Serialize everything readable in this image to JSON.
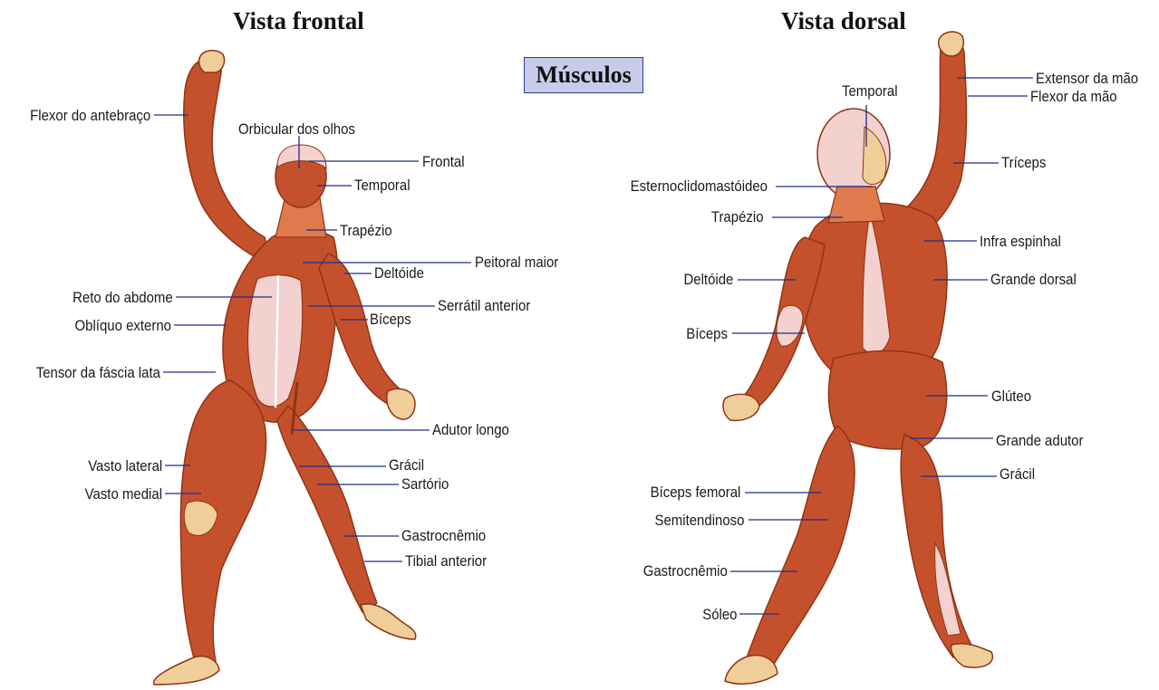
{
  "header": {
    "front_title": "Vista frontal",
    "back_title": "Vista dorsal",
    "center_title": "Músculos"
  },
  "colors": {
    "muscle": "#c5512c",
    "muscle_light": "#e07a4c",
    "muscle_dark": "#8f3417",
    "tendon": "#f0ce9a",
    "fascia": "#f2d1cf",
    "leader_line": "#1f2d8c",
    "title_box_fill": "#c9cbea",
    "title_box_border": "#2d3a9a"
  },
  "front_labels": [
    "Flexor do antebraço",
    "Orbicular dos olhos",
    "Frontal",
    "Temporal",
    "Trapézio",
    "Peitoral maior",
    "Deltóide",
    "Reto do abdome",
    "Serrátil anterior",
    "Oblíquo externo",
    "Bíceps",
    "Tensor da fáscia lata",
    "Adutor longo",
    "Vasto lateral",
    "Grácil",
    "Vasto medial",
    "Sartório",
    "Gastrocnêmio",
    "Tibial anterior"
  ],
  "back_labels": [
    "Extensor da mão",
    "Flexor da mão",
    "Temporal",
    "Tríceps",
    "Esternoclidomastóideo",
    "Trapézio",
    "Infra espinhal",
    "Deltóide",
    "Grande dorsal",
    "Bíceps",
    "Glúteo",
    "Grande adutor",
    "Grácil",
    "Bíceps femoral",
    "Semitendinoso",
    "Gastrocnêmio",
    "Sóleo"
  ]
}
